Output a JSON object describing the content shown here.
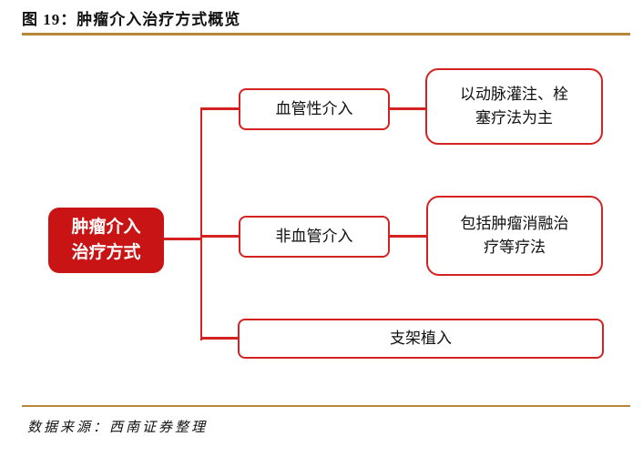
{
  "figure": {
    "title": "图 19：肿瘤介入治疗方式概览",
    "source": "数据来源：西南证券整理"
  },
  "colors": {
    "red_fill": "#C81414",
    "red_line": "#D42222",
    "gold_rule": "#B6873B",
    "text": "#111111",
    "root_text": "#FFFFFF"
  },
  "diagram": {
    "root": {
      "label": "肿瘤介入治疗方式"
    },
    "branches": [
      {
        "label": "血管性介入",
        "detail": "以动脉灌注、栓塞疗法为主"
      },
      {
        "label": "非血管介入",
        "detail": "包括肿瘤消融治疗等疗法"
      },
      {
        "label": "支架植入"
      }
    ]
  }
}
